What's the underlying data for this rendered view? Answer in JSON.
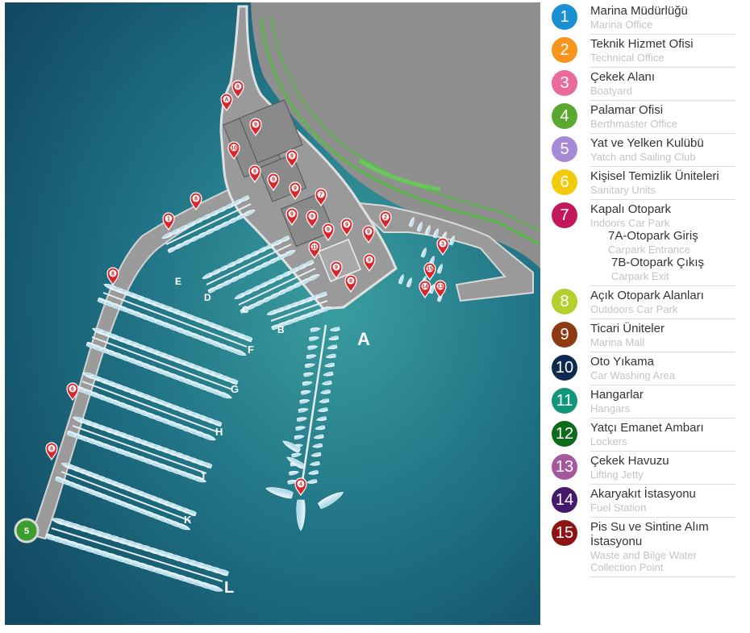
{
  "map": {
    "pier_labels": [
      "A",
      "B",
      "C",
      "D",
      "E",
      "F",
      "G",
      "H",
      "J",
      "K",
      "L"
    ],
    "pins": [
      "8",
      "A",
      "9",
      "10",
      "9",
      "9",
      "9",
      "9",
      "7",
      "9",
      "9",
      "9",
      "9",
      "9",
      "11",
      "9",
      "9",
      "8",
      "2",
      "3",
      "15",
      "14",
      "13",
      "1",
      "8",
      "8",
      "6",
      "8",
      "4"
    ],
    "club_badge": "5"
  },
  "legend": {
    "items": [
      {
        "num": "1",
        "color": "#1a8fd1",
        "title": "Marina Müdürlüğü",
        "subtitle": "Marina Office"
      },
      {
        "num": "2",
        "color": "#f7941d",
        "title": "Teknik Hizmet Ofisi",
        "subtitle": "Technical Office"
      },
      {
        "num": "3",
        "color": "#ea6a9c",
        "title": "Çekek Alanı",
        "subtitle": "Boatyard"
      },
      {
        "num": "4",
        "color": "#5aa832",
        "title": "Palamar Ofisi",
        "subtitle": "Berthmaster Office"
      },
      {
        "num": "5",
        "color": "#a78ad6",
        "title": "Yat ve Yelken Kulübü",
        "subtitle": "Yatch and Sailing Club"
      },
      {
        "num": "6",
        "color": "#f2cc0c",
        "title": "Kişisel Temizlik Üniteleri",
        "subtitle": "Sanitary Units"
      },
      {
        "num": "7",
        "color": "#c2185b",
        "title": "Kapalı Otopark",
        "subtitle": "Indoors Car Park",
        "subentries": [
          {
            "title": "7A-Otopark Giriş",
            "subtitle": "Carpark Entrance"
          },
          {
            "title": "7B-Otopark Çıkış",
            "subtitle": "Carpark Exit"
          }
        ]
      },
      {
        "num": "8",
        "color": "#b5cf2e",
        "title": "Açık Otopark Alanları",
        "subtitle": "Outdoors Car Park"
      },
      {
        "num": "9",
        "color": "#8e3a12",
        "title": "Ticari Üniteler",
        "subtitle": "Marina Mall"
      },
      {
        "num": "10",
        "color": "#0d2a4f",
        "title": "Oto Yıkama",
        "subtitle": "Car Washing Area"
      },
      {
        "num": "11",
        "color": "#12967a",
        "title": "Hangarlar",
        "subtitle": "Hangars"
      },
      {
        "num": "12",
        "color": "#0f6b1c",
        "title": "Yatçı Emanet Ambarı",
        "subtitle": "Lockers"
      },
      {
        "num": "13",
        "color": "#a6589e",
        "title": "Çekek Havuzu",
        "subtitle": "Lifting Jetty"
      },
      {
        "num": "14",
        "color": "#45196b",
        "title": "Akaryakıt İstasyonu",
        "subtitle": "Fuel Station"
      },
      {
        "num": "15",
        "color": "#8c1414",
        "title": "Pis Su ve Sintine Alım İstasyonu",
        "subtitle": "Waste and Bilge Water Collection Point"
      }
    ]
  }
}
